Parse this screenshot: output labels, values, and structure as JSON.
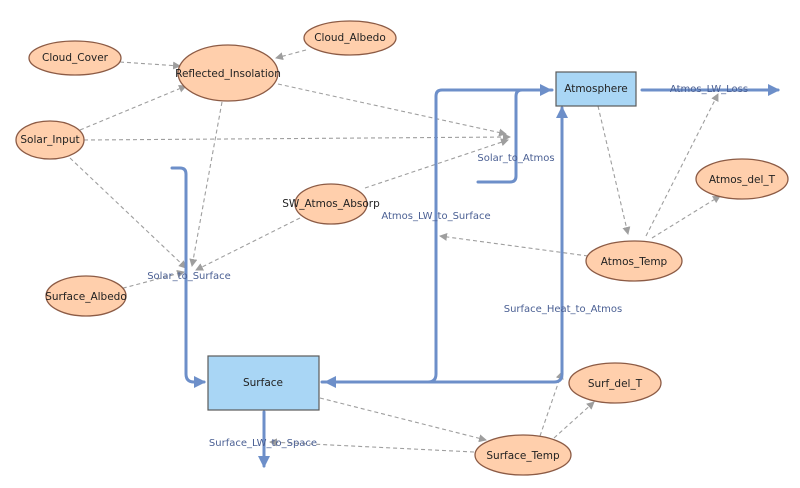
{
  "nodes": {
    "cloud_cover": "Cloud_Cover",
    "cloud_albedo": "Cloud_Albedo",
    "reflected_insolation": "Reflected_Insolation",
    "solar_input": "Solar_Input",
    "sw_atmos_absorp": "SW_Atmos_Absorp",
    "surface_albedo": "Surface_Albedo",
    "atmos_temp": "Atmos_Temp",
    "atmos_del_t": "Atmos_del_T",
    "surface_temp": "Surface_Temp",
    "surf_del_t": "Surf_del_T"
  },
  "stocks": {
    "atmosphere": "Atmosphere",
    "surface": "Surface"
  },
  "flows": {
    "atmos_lw_loss": "Atmos_LW_Loss",
    "solar_to_atmos": "Solar_to_Atmos",
    "atmos_lw_to_surface": "Atmos_LW_to_Surface",
    "solar_to_surface": "Solar_to_Surface",
    "surface_heat_to_atmos": "Surface_Heat_to_Atmos",
    "surface_lw_to_space": "Surface_LW_to_Space"
  },
  "colors": {
    "aux_fill": "#ffcfac",
    "stock_fill": "#a9d6f5",
    "flow": "#6d8fc9",
    "link": "#9e9e9e"
  }
}
